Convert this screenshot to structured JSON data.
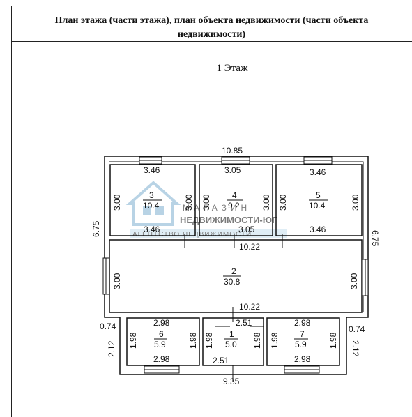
{
  "header": {
    "title": "План этажа (части этажа), план объекта недвижимости (части объекта\nнедвижимости)"
  },
  "floor_label": "1 Этаж",
  "watermark": {
    "line1": "МАГАЗИН",
    "line2": "НЕДВИЖИМОСТИ-ЮГ",
    "line3": "АГЕНТСТВО НЕДВИЖИМОСТИ",
    "color": "#7fb0d0"
  },
  "outer_dims": {
    "top": "10.85",
    "left": "6.75",
    "right": "6.75",
    "bottom": "9.35",
    "left_wing": "0.74",
    "right_wing": "0.74",
    "left_wing_h": "2.12",
    "right_wing_h": "2.12"
  },
  "rooms": [
    {
      "id": "r3",
      "number": "3",
      "area": "10.4",
      "top": "3.46",
      "bottom": "3.46",
      "left": "3.00",
      "right": "3.00"
    },
    {
      "id": "r4",
      "number": "4",
      "area": "9.2",
      "top": "3.05",
      "bottom": "3.05",
      "left": "3.00",
      "right": "3.00"
    },
    {
      "id": "r5",
      "number": "5",
      "area": "10.4",
      "top": "3.46",
      "bottom": "3.46",
      "left": "3.00",
      "right": "3.00"
    },
    {
      "id": "r2",
      "number": "2",
      "area": "30.8",
      "top": "10.22",
      "bottom": "10.22",
      "left": "3.00",
      "right": "3.00"
    },
    {
      "id": "r6",
      "number": "6",
      "area": "5.9",
      "top": "2.98",
      "bottom": "2.98",
      "left": "1.98",
      "right": "1.98"
    },
    {
      "id": "r1",
      "number": "1",
      "area": "5.0",
      "top": "2.51",
      "bottom": "2.51",
      "left": "1.98",
      "right": "1.98"
    },
    {
      "id": "r7",
      "number": "7",
      "area": "5.9",
      "top": "2.98",
      "bottom": "2.98",
      "left": "1.98",
      "right": "1.98"
    }
  ]
}
